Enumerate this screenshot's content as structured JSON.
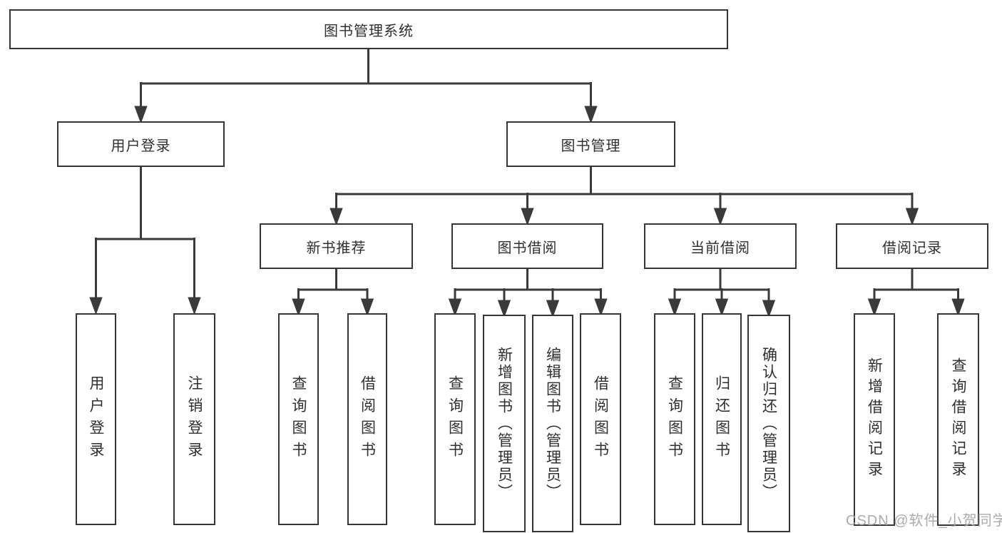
{
  "tree": {
    "root": {
      "label": "图书管理系统"
    },
    "branches": [
      {
        "label": "用户登录",
        "children": [
          {
            "label": "用户登录"
          },
          {
            "label": "注销登录"
          }
        ]
      },
      {
        "label": "图书管理",
        "children": [
          {
            "label": "新书推荐",
            "children": [
              {
                "label": "查询图书"
              },
              {
                "label": "借阅图书"
              }
            ]
          },
          {
            "label": "图书借阅",
            "children": [
              {
                "label": "查询图书"
              },
              {
                "label": "新增图书（管理员）"
              },
              {
                "label": "编辑图书（管理员）"
              },
              {
                "label": "借阅图书"
              }
            ]
          },
          {
            "label": "当前借阅",
            "children": [
              {
                "label": "查询图书"
              },
              {
                "label": "归还图书"
              },
              {
                "label": "确认归还（管理员）"
              }
            ]
          },
          {
            "label": "借阅记录",
            "children": [
              {
                "label": "新增借阅记录"
              },
              {
                "label": "查询借阅记录"
              }
            ]
          }
        ]
      }
    ]
  },
  "watermark": {
    "text": "CSDN @软件_小贺同学",
    "color": "#a4a4a4"
  },
  "colors": {
    "line": "#3a3a3a",
    "box_border": "#363636",
    "text": "#2f2f2f",
    "background": "#ffffff"
  }
}
